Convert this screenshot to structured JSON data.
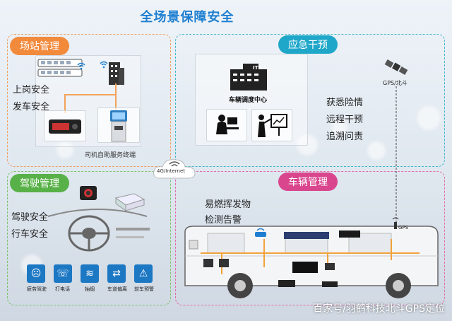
{
  "title": "全场景保障安全",
  "station": {
    "tag": "场站管理",
    "items": [
      "上岗安全",
      "发车安全"
    ],
    "kiosk_caption": "司机自助服务终端"
  },
  "emergency": {
    "tag": "应急干预",
    "center_label": "车辆调度中心",
    "building_sign": "ITS",
    "gps_label": "GPS/北斗",
    "items": [
      "获悉险情",
      "远程干预",
      "追溯问责"
    ]
  },
  "network": {
    "label": "4G/Internet"
  },
  "driving": {
    "tag": "驾驶管理",
    "items": [
      "驾驶安全",
      "行车安全"
    ],
    "behaviors": [
      "疲劳驾驶",
      "打电话",
      "抽烟",
      "车道偏离",
      "前车预警"
    ]
  },
  "vehicle": {
    "tag": "车辆管理",
    "items": [
      "易燃挥发物",
      "检测告警"
    ],
    "gps_label": "GPS"
  },
  "watermark": "百家号/羽鹤科技北斗GPS定位",
  "colors": {
    "title": "#1e7fd1",
    "station": "#f28a3c",
    "emergency": "#1fa7c9",
    "driving": "#58b148",
    "vehicle": "#d9468e"
  }
}
